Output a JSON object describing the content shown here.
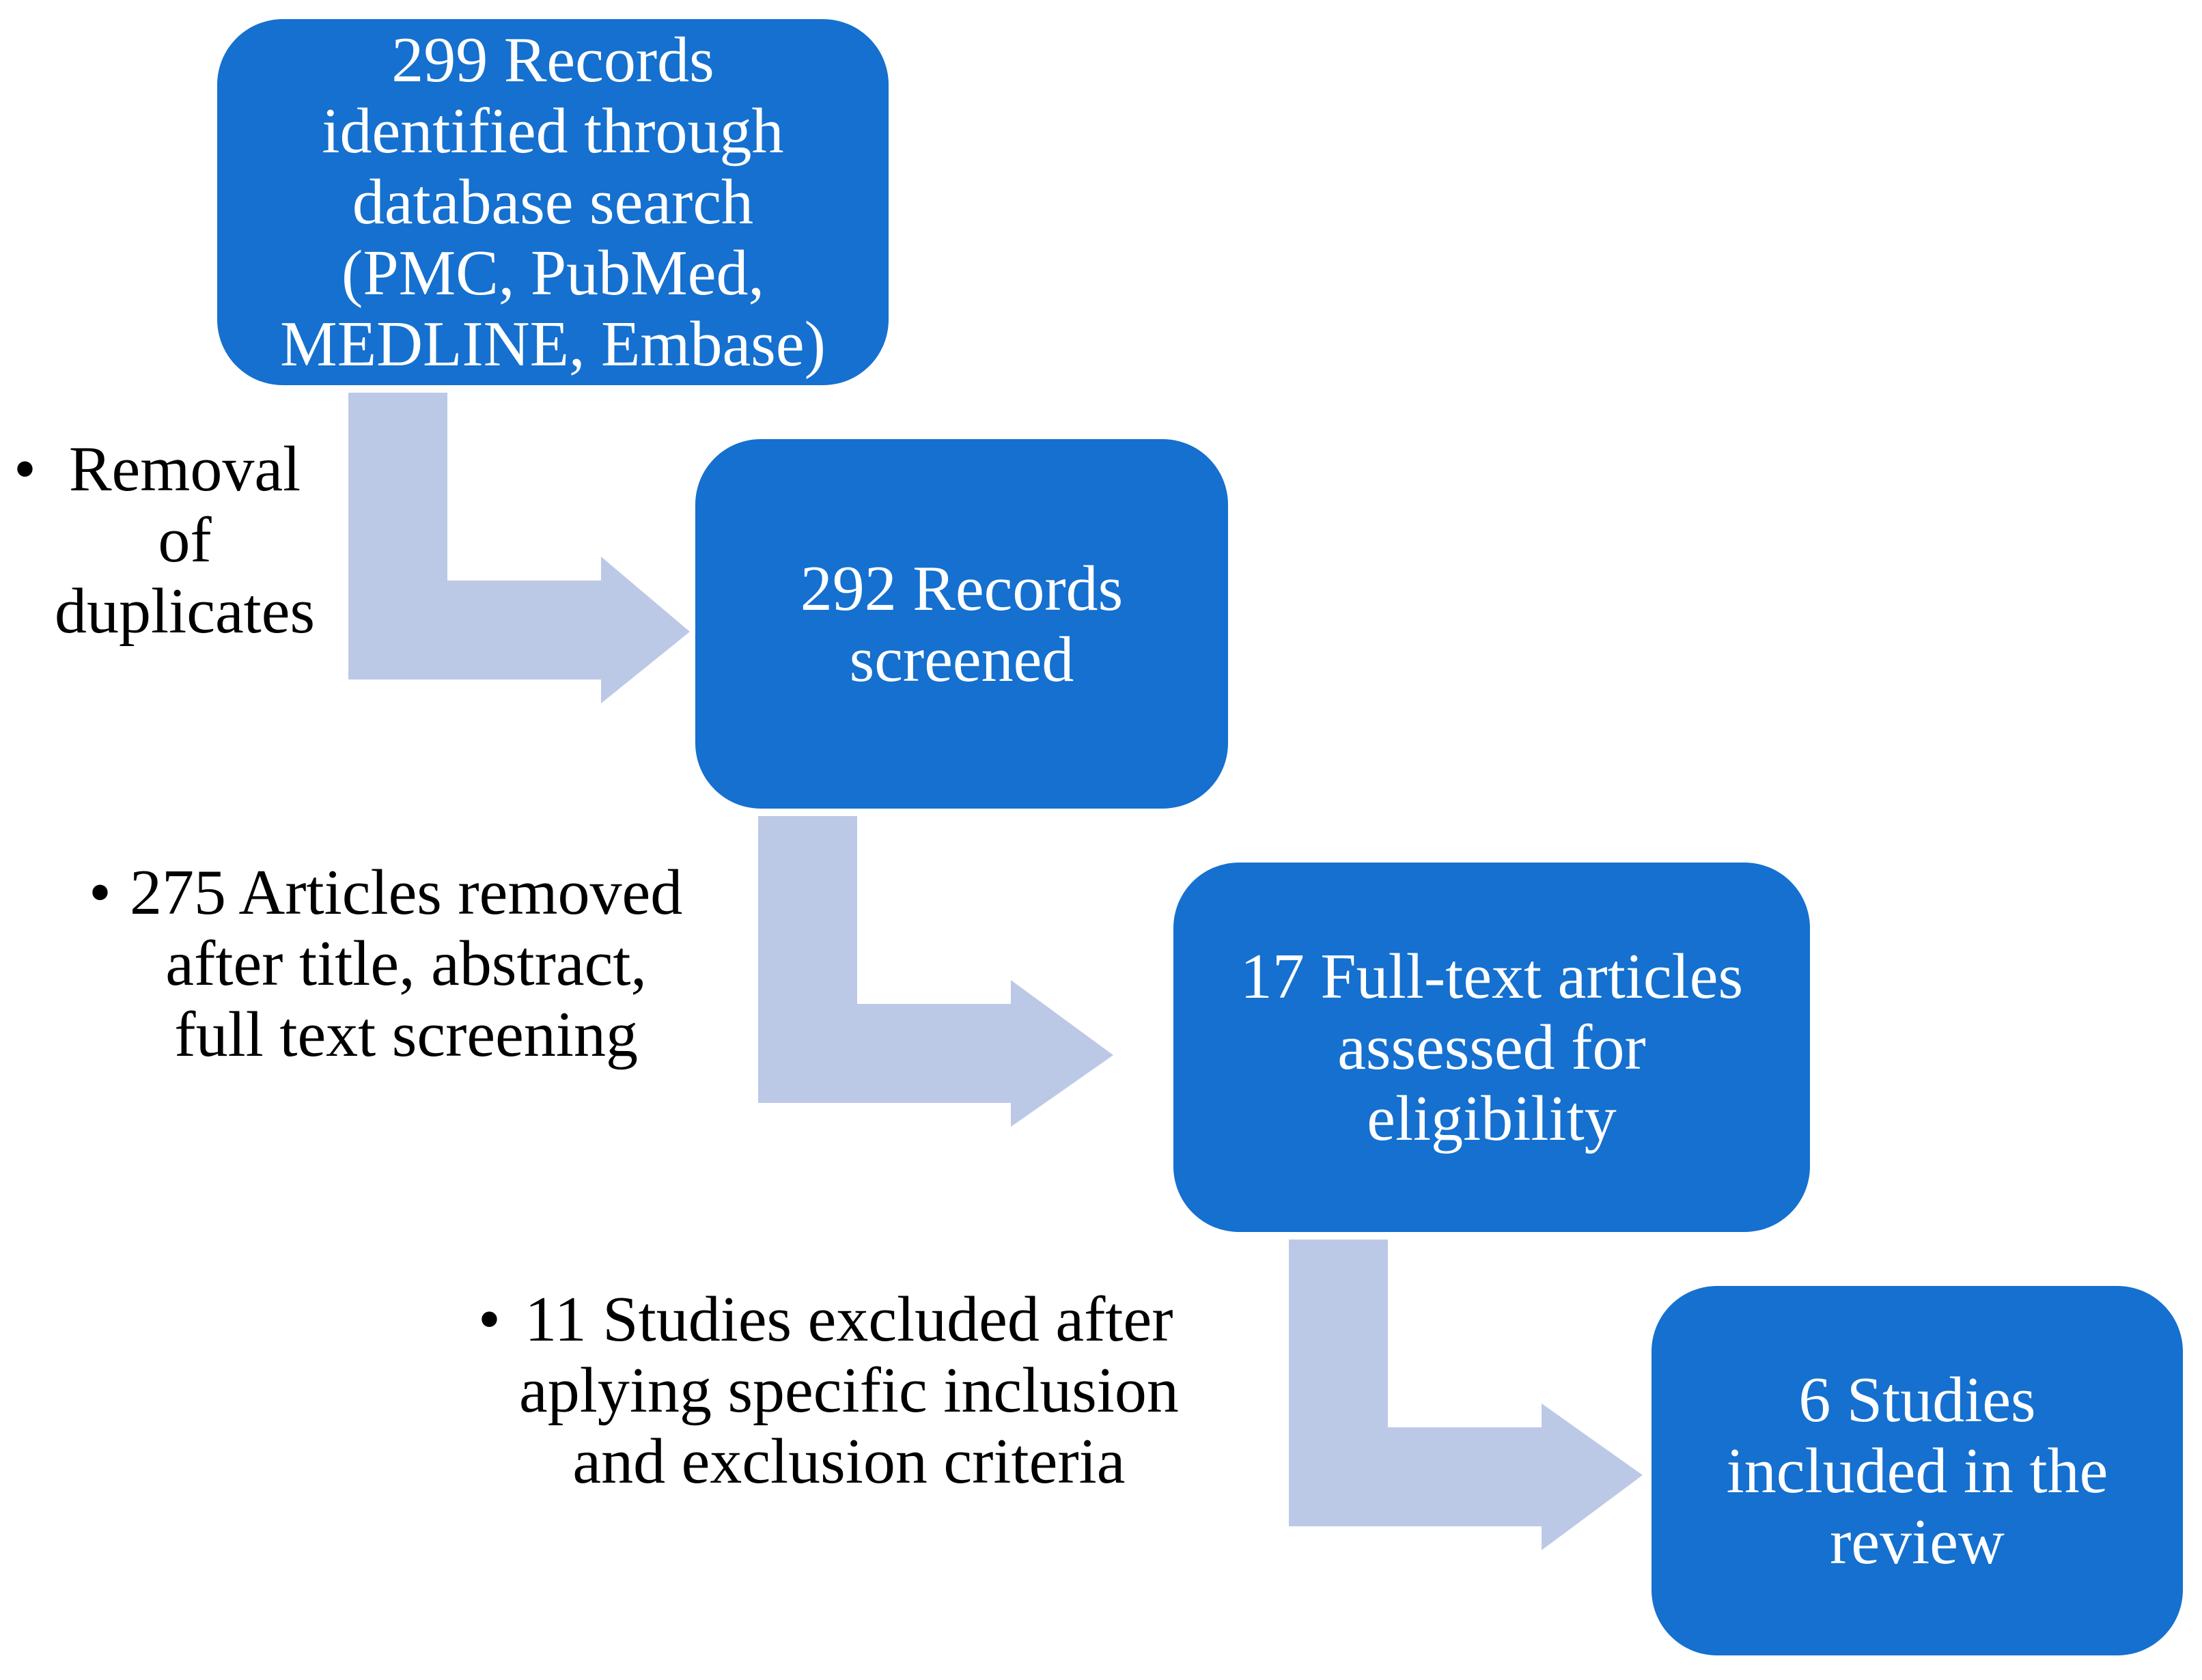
{
  "boxes": [
    {
      "id": "identified",
      "text": "299 Records\nidentified through\ndatabase search\n(PMC, PubMed,\nMEDLINE, Embase)"
    },
    {
      "id": "screened",
      "text": "292 Records\nscreened"
    },
    {
      "id": "assessed",
      "text": "17 Full-text articles\nassessed for\neligibility"
    },
    {
      "id": "included",
      "text": "6 Studies\nincluded in the\nreview"
    }
  ],
  "notes": [
    {
      "bullet": "•",
      "text": "Removal\nof\nduplicates"
    },
    {
      "bullet": "•",
      "text": "275 Articles removed\nafter title, abstract,\nfull text screening"
    },
    {
      "bullet": "•",
      "text": "11 Studies excluded after\naplying specific inclusion\nand exclusion criteria"
    }
  ],
  "colors": {
    "box_fill": "#1570cf",
    "box_text": "#ffffff",
    "arrow_fill": "#bcc9e6",
    "note_text": "#000000"
  }
}
